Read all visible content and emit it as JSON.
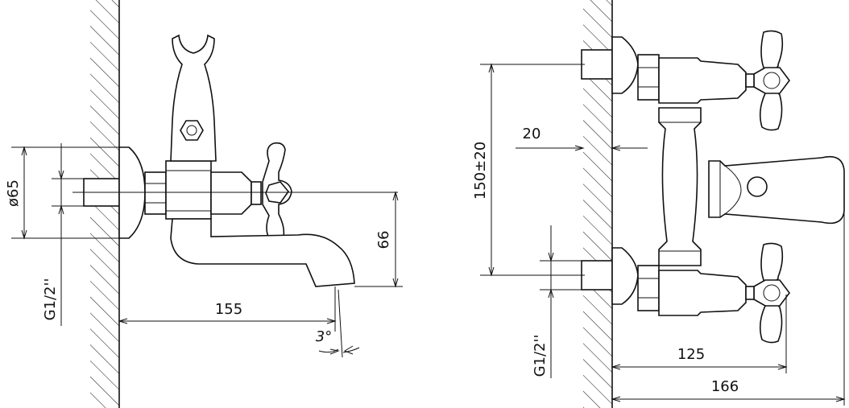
{
  "left_view": {
    "labels": {
      "diameter": "ø65",
      "thread": "G1/2''",
      "height": "66",
      "length": "155",
      "angle": "3°"
    }
  },
  "right_view": {
    "labels": {
      "center_distance": "150±20",
      "offset": "20",
      "thread": "G1/2''",
      "depth_handle": "125",
      "depth_total": "166"
    }
  }
}
